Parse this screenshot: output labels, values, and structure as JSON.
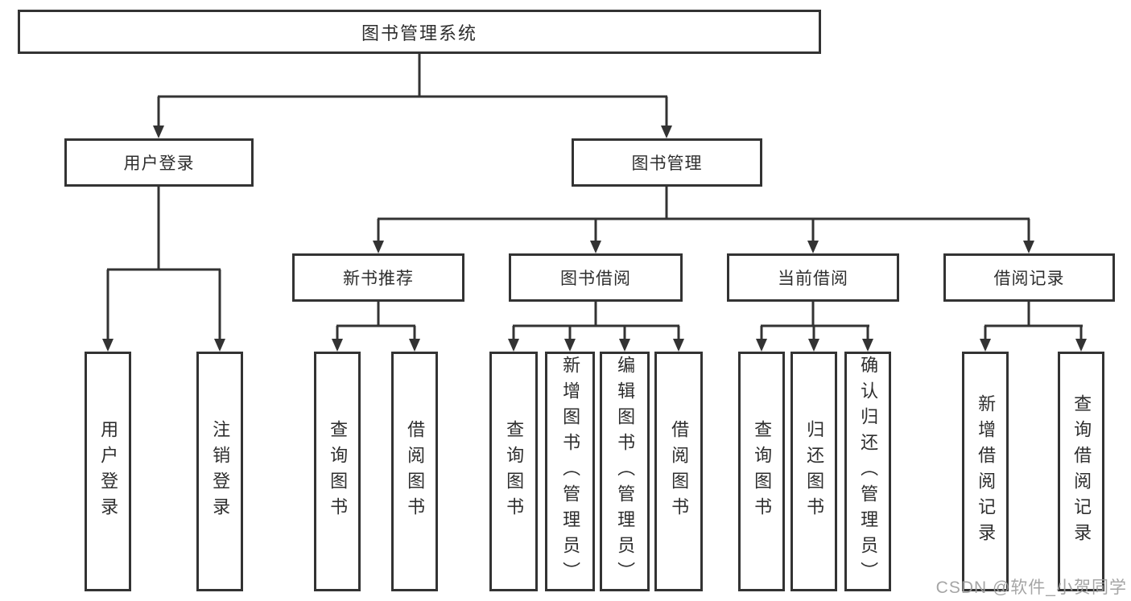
{
  "diagram": {
    "root": {
      "label": "图书管理系统"
    },
    "branches": [
      {
        "label": "用户登录",
        "children": [
          {
            "label": "用户登录"
          },
          {
            "label": "注销登录"
          }
        ]
      },
      {
        "label": "图书管理",
        "children": [
          {
            "label": "新书推荐",
            "children": [
              {
                "label": "查询图书"
              },
              {
                "label": "借阅图书"
              }
            ]
          },
          {
            "label": "图书借阅",
            "children": [
              {
                "label": "查询图书"
              },
              {
                "label": "新增图书（管理员）"
              },
              {
                "label": "编辑图书（管理员）"
              },
              {
                "label": "借阅图书"
              }
            ]
          },
          {
            "label": "当前借阅",
            "children": [
              {
                "label": "查询图书"
              },
              {
                "label": "归还图书"
              },
              {
                "label": "确认归还（管理员）"
              }
            ]
          },
          {
            "label": "借阅记录",
            "children": [
              {
                "label": "新增借阅记录"
              },
              {
                "label": "查询借阅记录"
              }
            ]
          }
        ]
      }
    ]
  },
  "watermark": {
    "text": "CSDN @软件_小贺同学"
  },
  "colors": {
    "line": "#333333",
    "text": "#2e2e2e",
    "watermark": "#9e9e9e",
    "background": "#ffffff"
  }
}
